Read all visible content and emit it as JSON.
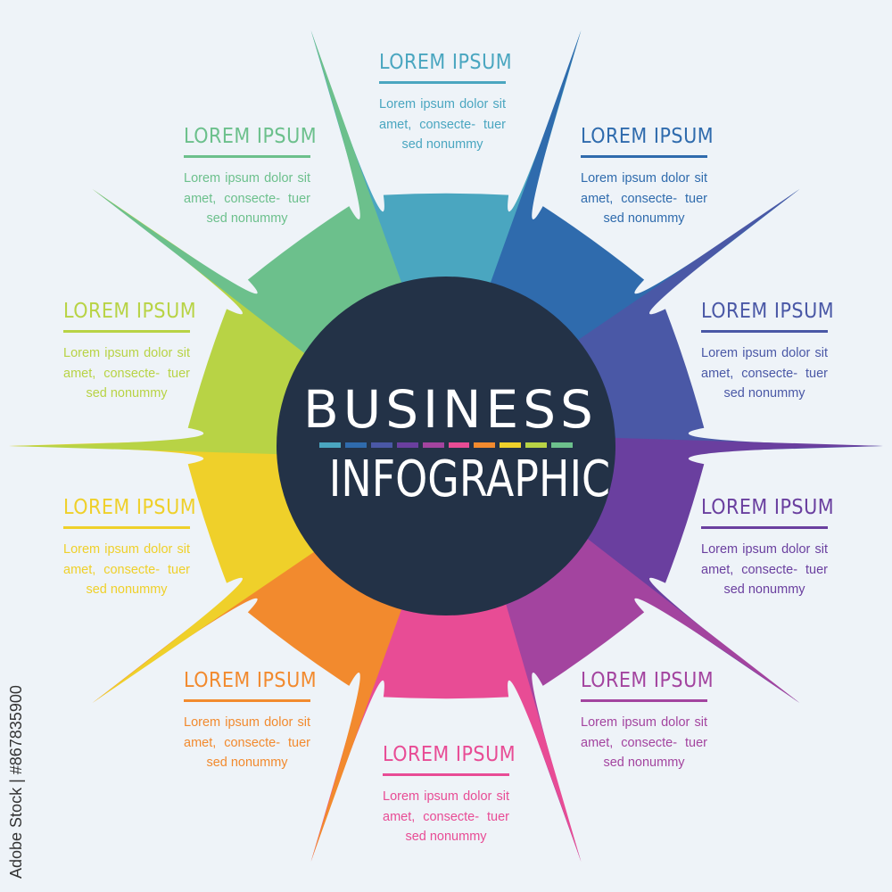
{
  "center": {
    "line1": "BUSINESS",
    "line2": "INFOGRAPHIC",
    "fill": "#233247"
  },
  "segments": [
    {
      "title": "LOREM IPSUM",
      "body": "Lorem ipsum dolor sit amet, consecte- tuer sed nonummy",
      "color": "#4aa6c0"
    },
    {
      "title": "LOREM IPSUM",
      "body": "Lorem ipsum dolor sit amet, consecte- tuer sed nonummy",
      "color": "#2f6bad"
    },
    {
      "title": "LOREM IPSUM",
      "body": "Lorem ipsum dolor sit amet, consecte- tuer sed nonummy",
      "color": "#4a58a6"
    },
    {
      "title": "LOREM IPSUM",
      "body": "Lorem ipsum dolor sit amet, consecte- tuer sed nonummy",
      "color": "#6a3f9f"
    },
    {
      "title": "LOREM IPSUM",
      "body": "Lorem ipsum dolor sit amet, consecte- tuer sed nonummy",
      "color": "#a3449f"
    },
    {
      "title": "LOREM IPSUM",
      "body": "Lorem ipsum dolor sit amet, consecte- tuer sed nonummy",
      "color": "#e84c95"
    },
    {
      "title": "LOREM IPSUM",
      "body": "Lorem ipsum dolor sit amet, consecte- tuer sed nonummy",
      "color": "#f28a2e"
    },
    {
      "title": "LOREM IPSUM",
      "body": "Lorem ipsum dolor sit amet, consecte- tuer sed nonummy",
      "color": "#efd02a"
    },
    {
      "title": "LOREM IPSUM",
      "body": "Lorem ipsum dolor sit amet, consecte- tuer sed nonummy",
      "color": "#b8d345"
    },
    {
      "title": "LOREM IPSUM",
      "body": "Lorem ipsum dolor sit amet, consecte- tuer sed nonummy",
      "color": "#6cc08c"
    }
  ],
  "credit": "Adobe Stock | #867835900"
}
